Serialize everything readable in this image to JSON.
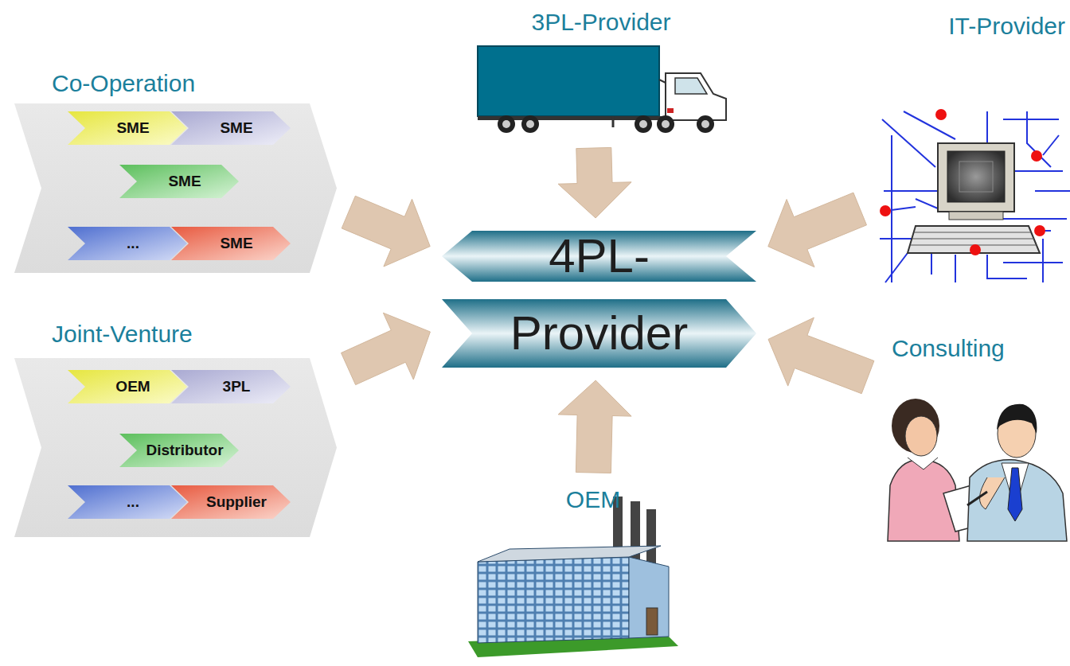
{
  "diagram": {
    "nodes": [
      {
        "text": [
          "Co-Operation"
        ]
      },
      {
        "text": [
          "SME"
        ],
        "in": 0
      },
      {
        "text": [
          "SME"
        ],
        "in": 0
      },
      {
        "text": [
          "SME"
        ],
        "in": 0
      },
      {
        "text": [
          "..."
        ],
        "in": 0
      },
      {
        "text": [
          "SME"
        ],
        "in": 0
      },
      {
        "text": [
          "Joint-Venture"
        ]
      },
      {
        "text": [
          "OEM"
        ],
        "in": 6
      },
      {
        "text": [
          "3PL"
        ],
        "in": 6
      },
      {
        "text": [
          "Distributor"
        ],
        "in": 6
      },
      {
        "text": [
          "..."
        ],
        "in": 6
      },
      {
        "text": [
          "Supplier"
        ],
        "in": 6
      },
      {
        "text": [
          "3PL-Provider"
        ]
      },
      {
        "text": [
          "4PL-",
          "Provider"
        ]
      },
      {
        "text": [
          "IT-Provider"
        ]
      },
      {
        "text": [
          "Consulting"
        ]
      },
      {
        "text": [
          "OEM"
        ]
      }
    ],
    "edges": [
      {
        "from": 0,
        "to": 13,
        "arrow": "to"
      },
      {
        "from": 6,
        "to": 13,
        "arrow": "to"
      },
      {
        "from": 12,
        "to": 13,
        "arrow": "to"
      },
      {
        "from": 14,
        "to": 13,
        "arrow": "to"
      },
      {
        "from": 15,
        "to": 13,
        "arrow": "to"
      },
      {
        "from": 16,
        "to": 13,
        "arrow": "to"
      }
    ]
  }
}
